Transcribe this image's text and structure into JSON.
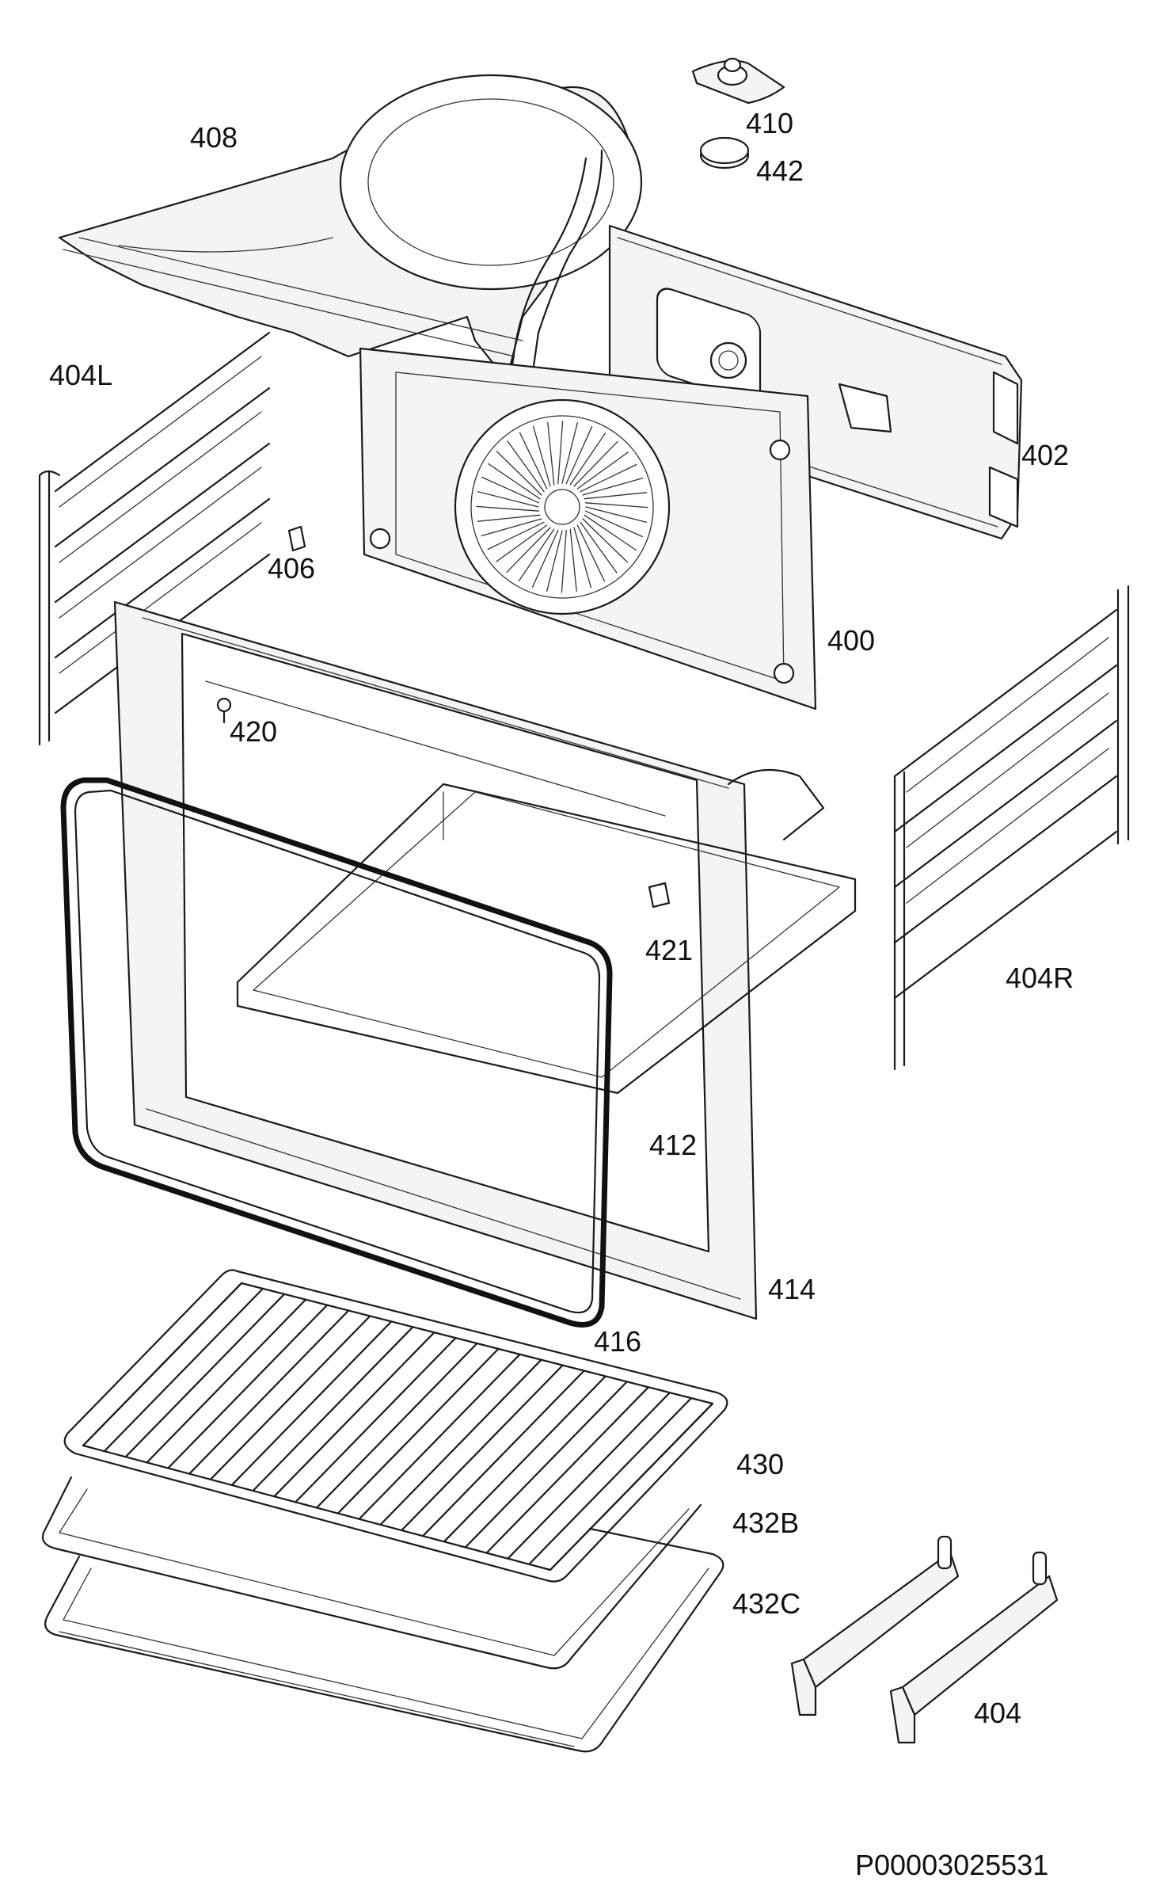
{
  "diagram": {
    "document_id": "P00003025531",
    "parts": [
      {
        "id": "p408",
        "label": "408"
      },
      {
        "id": "p410",
        "label": "410"
      },
      {
        "id": "p442",
        "label": "442"
      },
      {
        "id": "p404L",
        "label": "404L"
      },
      {
        "id": "p402",
        "label": "402"
      },
      {
        "id": "p406",
        "label": "406"
      },
      {
        "id": "p400",
        "label": "400"
      },
      {
        "id": "p420",
        "label": "420"
      },
      {
        "id": "p421",
        "label": "421"
      },
      {
        "id": "p404R",
        "label": "404R"
      },
      {
        "id": "p412",
        "label": "412"
      },
      {
        "id": "p414",
        "label": "414"
      },
      {
        "id": "p416",
        "label": "416"
      },
      {
        "id": "p430",
        "label": "430"
      },
      {
        "id": "p432B",
        "label": "432B"
      },
      {
        "id": "p432C",
        "label": "432C"
      },
      {
        "id": "p404",
        "label": "404"
      }
    ]
  }
}
